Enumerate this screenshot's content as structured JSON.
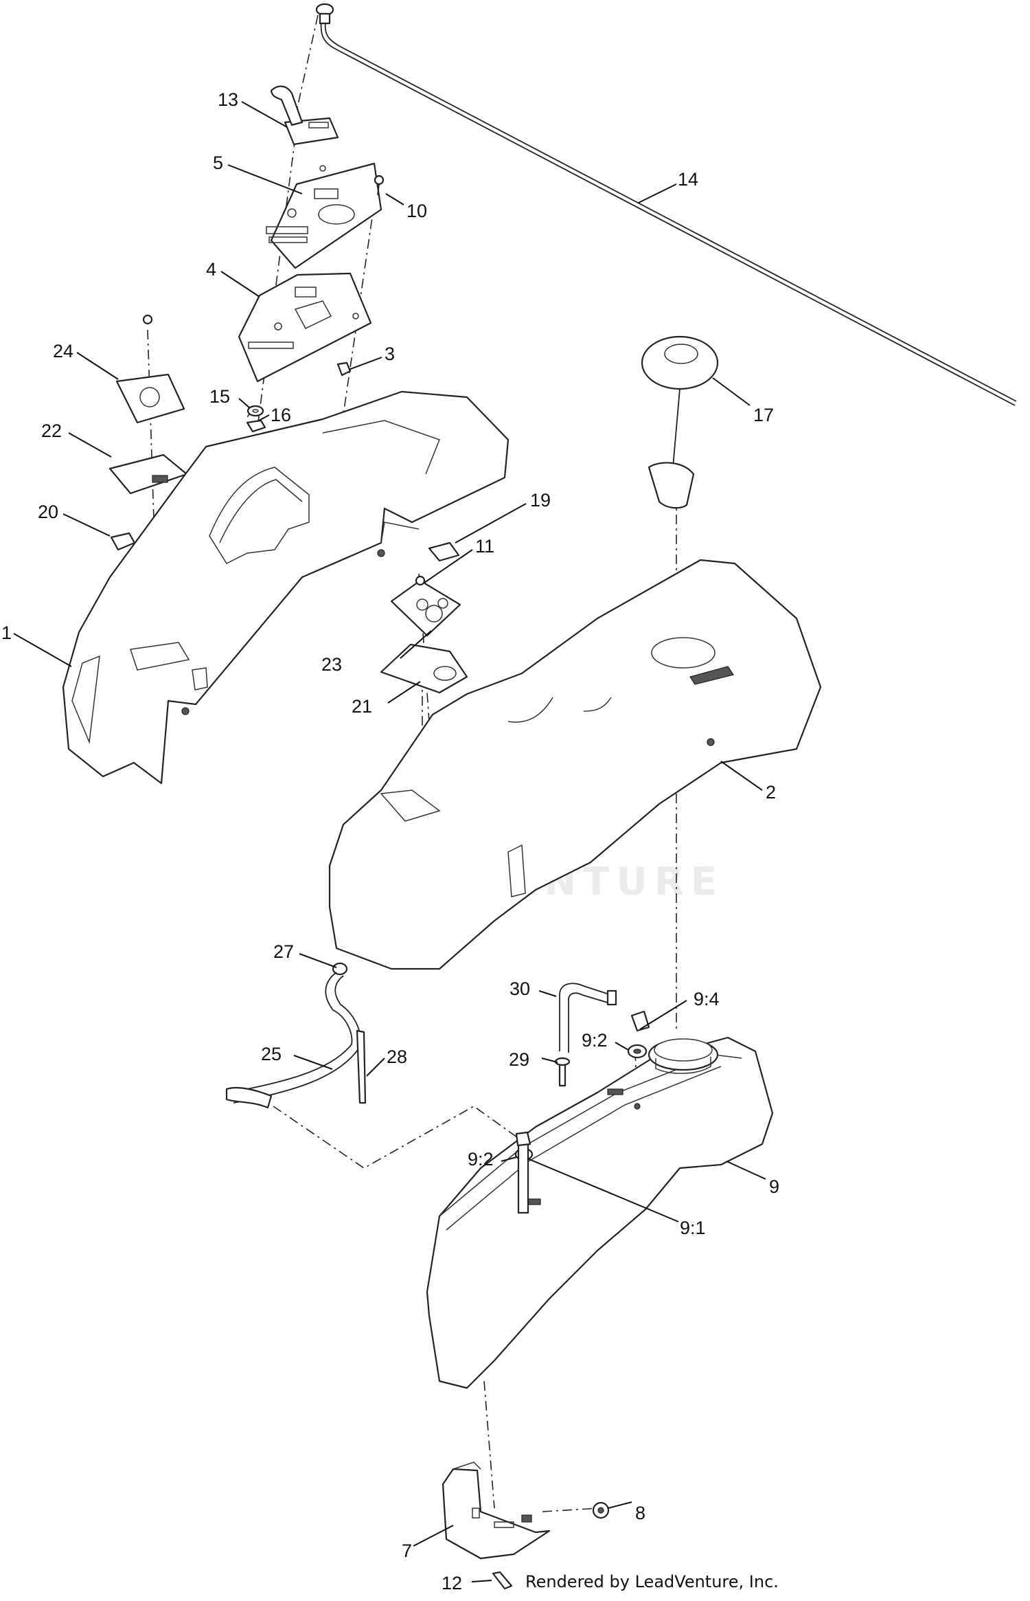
{
  "callouts": [
    {
      "label": "13"
    },
    {
      "label": "5"
    },
    {
      "label": "10"
    },
    {
      "label": "14"
    },
    {
      "label": "4"
    },
    {
      "label": "24"
    },
    {
      "label": "3"
    },
    {
      "label": "17"
    },
    {
      "label": "15"
    },
    {
      "label": "16"
    },
    {
      "label": "22"
    },
    {
      "label": "19"
    },
    {
      "label": "20"
    },
    {
      "label": "11"
    },
    {
      "label": "1"
    },
    {
      "label": "23"
    },
    {
      "label": "21"
    },
    {
      "label": "2"
    },
    {
      "label": "27"
    },
    {
      "label": "30"
    },
    {
      "label": "9:4"
    },
    {
      "label": "9:2"
    },
    {
      "label": "29"
    },
    {
      "label": "25"
    },
    {
      "label": "28"
    },
    {
      "label": "9:2"
    },
    {
      "label": "9"
    },
    {
      "label": "9:1"
    },
    {
      "label": "8"
    },
    {
      "label": "7"
    },
    {
      "label": "12"
    }
  ],
  "watermark": "LEADVENTURE",
  "credit": "Rendered by LeadVenture, Inc."
}
